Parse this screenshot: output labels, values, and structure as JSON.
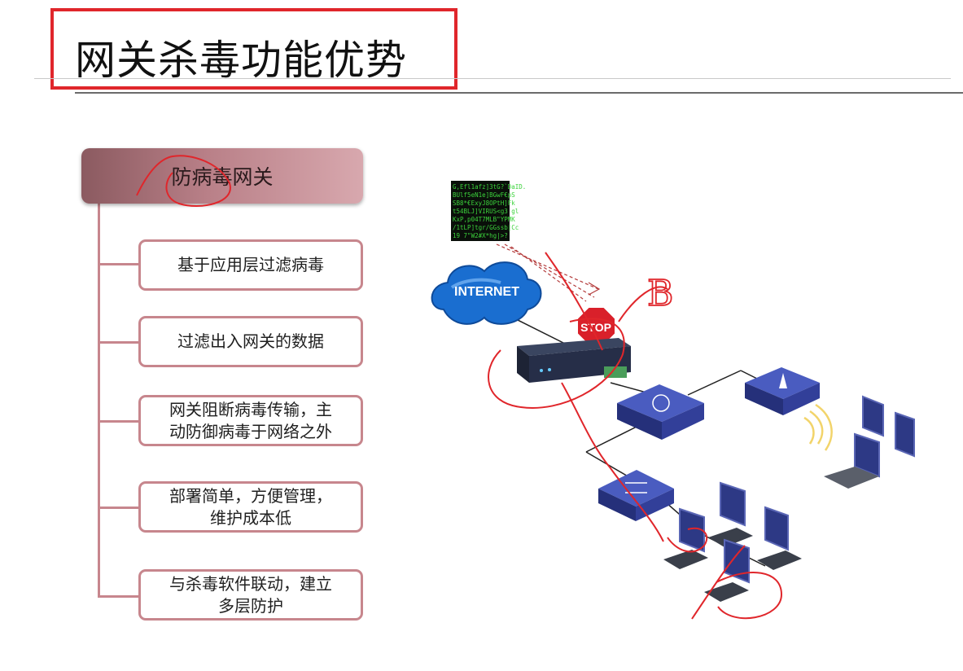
{
  "title": "网关杀毒功能优势",
  "root": {
    "label": "防病毒网关"
  },
  "items": [
    {
      "label": "基于应用层过滤病毒"
    },
    {
      "label": "过滤出入网关的数据"
    },
    {
      "label": "网关阻断病毒传输，主\n动防御病毒于网络之外"
    },
    {
      "label": "部署简单，方便管理，\n维护成本低"
    },
    {
      "label": "与杀毒软件联动，建立\n多层防护"
    }
  ],
  "diagram": {
    "internet_label": "INTERNET",
    "stop_label": "STOP",
    "virus_lines": [
      "G,Efl1afz]3tG?`DaID.",
      "BUlf5eN1e]BGwF€pS",
      "SB8*€ExyJ8OPtH]Fk",
      "t54BLJ]VIRUS<g3 gl",
      "KxP,p04T7MLB\"YPMK",
      "/1tLP]tgr/GGssb|Cc",
      " 19 7\"W2#X*hg|>?"
    ],
    "handwriting": "B",
    "colors": {
      "accent": "#e0262b",
      "tree": "#c7868d",
      "device": "#3a4aa0"
    }
  }
}
